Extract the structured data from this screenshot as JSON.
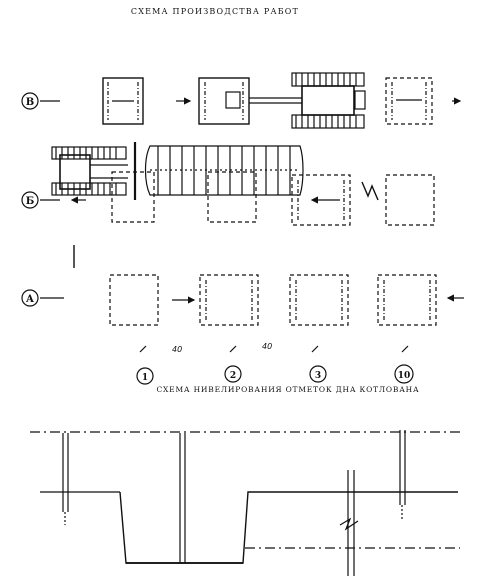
{
  "title": "СХЕМА ПРОИЗВОДСТВА РАБОТ",
  "subtitle": "СХЕМА НИВЕЛИРОВАНИЯ ОТМЕТОК ДНА КОТЛОВАНА",
  "rows": [
    {
      "id": "row-v",
      "label": "В"
    },
    {
      "id": "row-b",
      "label": "Б"
    },
    {
      "id": "row-a",
      "label": "А"
    }
  ],
  "stations": [
    {
      "id": "station-1",
      "label": "1"
    },
    {
      "id": "station-2",
      "label": "2"
    },
    {
      "id": "station-3",
      "label": "3"
    },
    {
      "id": "station-10",
      "label": "10"
    }
  ],
  "distance_marks": [
    "40",
    "40"
  ],
  "colors": {
    "ink": "#111111",
    "paper": "#ffffff"
  }
}
